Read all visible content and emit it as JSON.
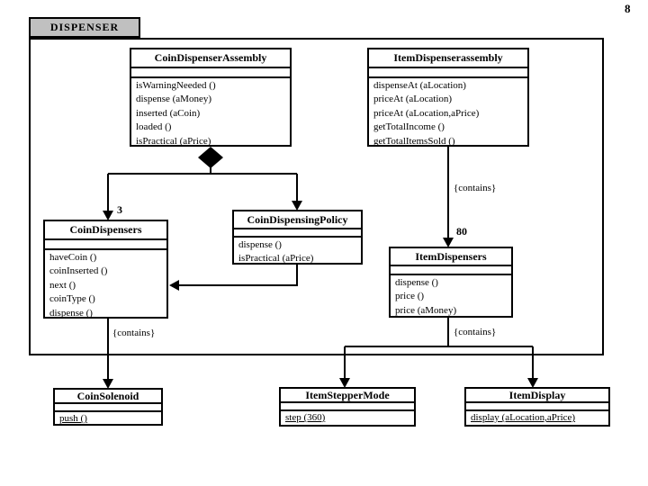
{
  "page": {
    "number": "8"
  },
  "package": {
    "name": "DISPENSER"
  },
  "classes": [
    {
      "title": "CoinDispenserAssembly",
      "methods": [
        "isWarningNeeded ()",
        "dispense (aMoney)",
        "inserted (aCoin)",
        "loaded ()",
        "isPractical (aPrice)"
      ]
    },
    {
      "title": "ItemDispenserassembly",
      "methods": [
        "dispenseAt (aLocation)",
        "priceAt (aLocation)",
        "priceAt (aLocation,aPrice)",
        "getTotalIncome ()",
        "getTotalItemsSold ()"
      ]
    },
    {
      "title": "CoinDispensingPolicy",
      "methods": [
        "dispense ()",
        "isPractical (aPrice)"
      ]
    },
    {
      "title": "CoinDispensers",
      "methods": [
        "haveCoin ()",
        "coinInserted ()",
        "next ()",
        "coinType ()",
        "dispense ()"
      ]
    },
    {
      "title": "ItemDispensers",
      "methods": [
        "dispense ()",
        "price ()",
        "price (aMoney)"
      ]
    },
    {
      "title": "CoinSolenoid",
      "methods": [
        "push ()"
      ]
    },
    {
      "title": "ItemStepperMode",
      "methods": [
        "step (360)"
      ]
    },
    {
      "title": "ItemDisplay",
      "methods": [
        "display (aLocation,aPrice)"
      ]
    }
  ],
  "labels": {
    "contains_item_upper": "{contains}",
    "contains_coin_lower": "{contains}",
    "contains_item_lower": "{contains}",
    "multiplicity_coin_dispensers": "3",
    "multiplicity_item_dispensers": "80"
  },
  "colors": {
    "line": "#000000",
    "package_tab_fill": "#c0c0c0",
    "background": "#ffffff"
  }
}
